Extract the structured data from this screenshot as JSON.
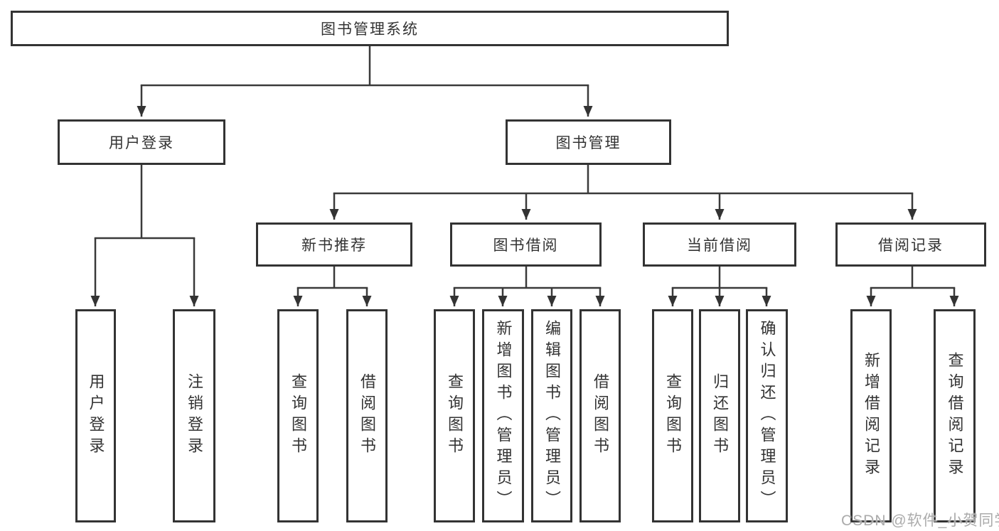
{
  "diagram": {
    "title": "图书管理系统",
    "root": "图书管理系统",
    "level2": [
      "用户登录",
      "图书管理"
    ],
    "level3": [
      "新书推荐",
      "图书借阅",
      "当前借阅",
      "借阅记录"
    ],
    "leaves": {
      "user_login": [
        "用户登录",
        "注销登录"
      ],
      "new_book": [
        "查询图书",
        "借阅图书"
      ],
      "borrow": [
        "查询图书",
        "新增图书（管理员）",
        "编辑图书（管理员）",
        "借阅图书"
      ],
      "current": [
        "查询图书",
        "归还图书",
        "确认归还（管理员）"
      ],
      "records": [
        "新增借阅记录",
        "查询借阅记录"
      ]
    }
  },
  "watermark": {
    "text": "CSDN @软件_小贺同学"
  },
  "colors": {
    "line": "#3a3a3a",
    "text": "#333333",
    "box_border": "#333333",
    "watermark": "#ababab",
    "background": "#ffffff"
  }
}
